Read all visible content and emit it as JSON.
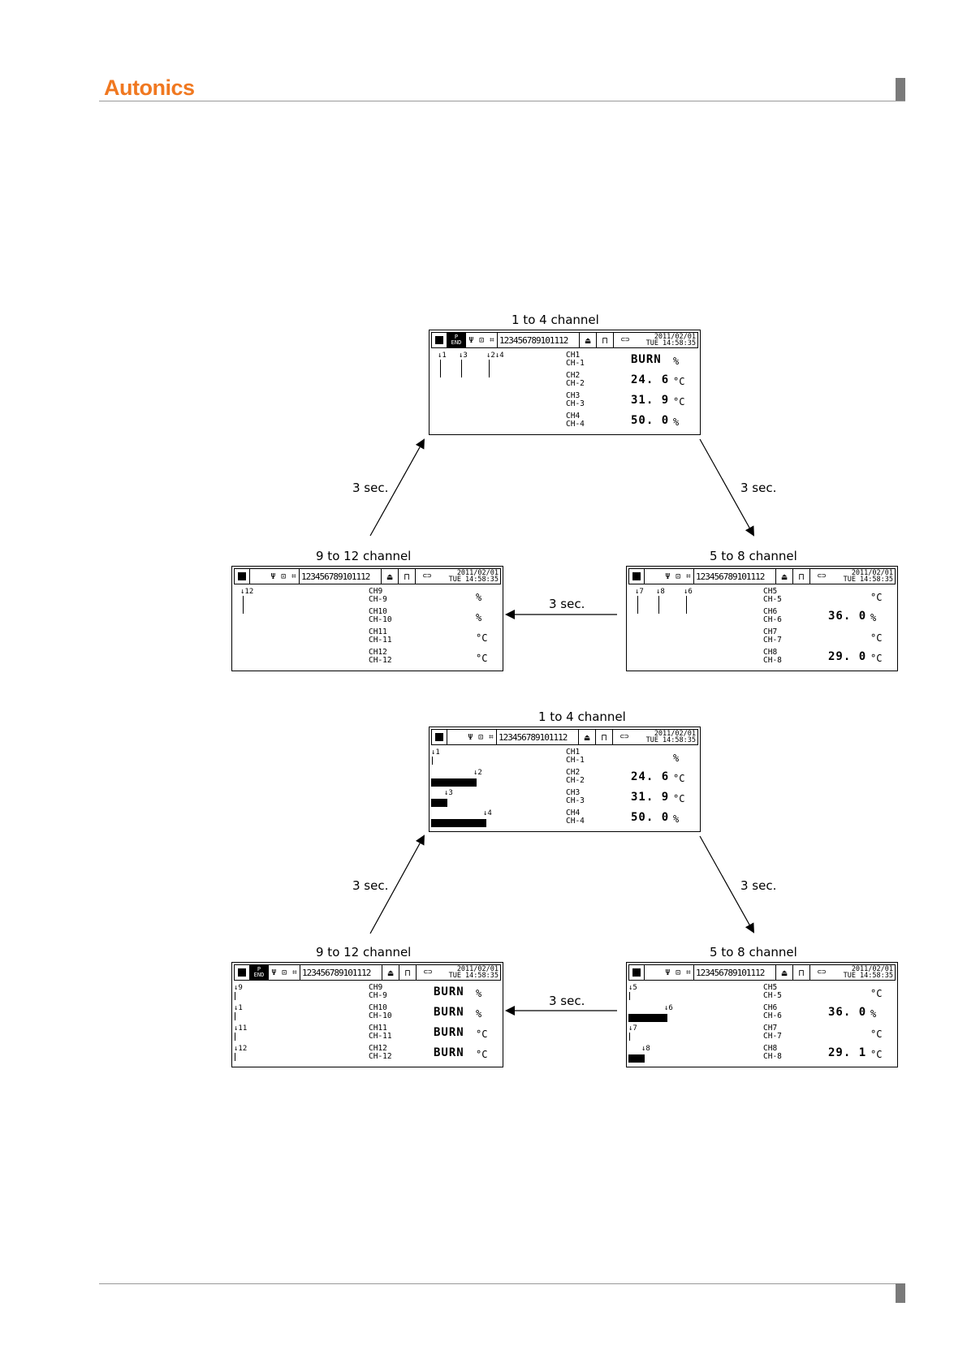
{
  "header": {
    "logo": "Autonics"
  },
  "arrow_label": "3 sec.",
  "status_bar": {
    "p_end_top": "P",
    "p_end_bottom": "END",
    "channel_nums": "123456789101112",
    "date": "2011/02/01",
    "time": "TUE 14:58:35"
  },
  "diagrams": [
    {
      "name": "trend",
      "screens": [
        {
          "caption": "1 to 4 channel",
          "pend": true,
          "channels": [
            {
              "ch": "CH1",
              "sub": "CH-1",
              "value": "BURN",
              "unit": "%"
            },
            {
              "ch": "CH2",
              "sub": "CH-2",
              "value": "24. 6",
              "unit": "°C"
            },
            {
              "ch": "CH3",
              "sub": "CH-3",
              "value": "31. 9",
              "unit": "°C"
            },
            {
              "ch": "CH4",
              "sub": "CH-4",
              "value": "50. 0",
              "unit": "%"
            }
          ],
          "tags": [
            "↓1",
            "↓3",
            "↓2↓4"
          ]
        },
        {
          "caption": "5 to 8 channel",
          "pend": false,
          "channels": [
            {
              "ch": "CH5",
              "sub": "CH-5",
              "value": "",
              "unit": "°C"
            },
            {
              "ch": "CH6",
              "sub": "CH-6",
              "value": "36. 0",
              "unit": "%"
            },
            {
              "ch": "CH7",
              "sub": "CH-7",
              "value": "",
              "unit": "°C"
            },
            {
              "ch": "CH8",
              "sub": "CH-8",
              "value": "29. 0",
              "unit": "°C"
            }
          ],
          "tags": [
            "↓7",
            "↓8",
            "↓6"
          ]
        },
        {
          "caption": "9 to 12 channel",
          "pend": false,
          "channels": [
            {
              "ch": "CH9",
              "sub": "CH-9",
              "value": "",
              "unit": "%"
            },
            {
              "ch": "CH10",
              "sub": "CH-10",
              "value": "",
              "unit": "%"
            },
            {
              "ch": "CH11",
              "sub": "CH-11",
              "value": "",
              "unit": "°C"
            },
            {
              "ch": "CH12",
              "sub": "CH-12",
              "value": "",
              "unit": "°C"
            }
          ],
          "tags": [
            "↓12"
          ]
        }
      ]
    },
    {
      "name": "bar",
      "screens": [
        {
          "caption": "1 to 4 channel",
          "pend": false,
          "channels": [
            {
              "ch": "CH1",
              "sub": "CH-1",
              "value": "",
              "unit": "%"
            },
            {
              "ch": "CH2",
              "sub": "CH-2",
              "value": "24. 6",
              "unit": "°C"
            },
            {
              "ch": "CH3",
              "sub": "CH-3",
              "value": "31. 9",
              "unit": "°C"
            },
            {
              "ch": "CH4",
              "sub": "CH-4",
              "value": "50. 0",
              "unit": "%"
            }
          ],
          "tags": [
            "↓1",
            "↓2",
            "↓3",
            "↓4"
          ]
        },
        {
          "caption": "5 to 8 channel",
          "pend": false,
          "channels": [
            {
              "ch": "CH5",
              "sub": "CH-5",
              "value": "",
              "unit": "°C"
            },
            {
              "ch": "CH6",
              "sub": "CH-6",
              "value": "36. 0",
              "unit": "%"
            },
            {
              "ch": "CH7",
              "sub": "CH-7",
              "value": "",
              "unit": "°C"
            },
            {
              "ch": "CH8",
              "sub": "CH-8",
              "value": "29. 1",
              "unit": "°C"
            }
          ],
          "tags": [
            "↓5",
            "↓6",
            "↓7",
            "↓8"
          ]
        },
        {
          "caption": "9 to 12 channel",
          "pend": true,
          "channels": [
            {
              "ch": "CH9",
              "sub": "CH-9",
              "value": "BURN",
              "unit": "%"
            },
            {
              "ch": "CH10",
              "sub": "CH-10",
              "value": "BURN",
              "unit": "%"
            },
            {
              "ch": "CH11",
              "sub": "CH-11",
              "value": "BURN",
              "unit": "°C"
            },
            {
              "ch": "CH12",
              "sub": "CH-12",
              "value": "BURN",
              "unit": "°C"
            }
          ],
          "tags": [
            "↓9",
            "↓1",
            "↓11",
            "↓12"
          ]
        }
      ]
    }
  ]
}
